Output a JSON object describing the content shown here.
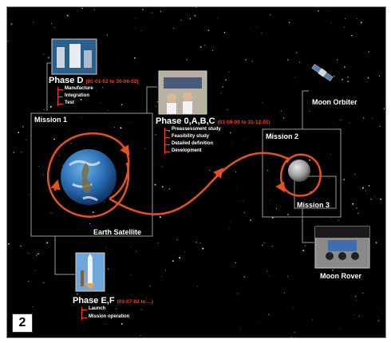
{
  "figure_number": "2",
  "mission1": {
    "label": "Mission 1",
    "caption": "Earth Satellite"
  },
  "mission2": {
    "label": "Mission 2"
  },
  "mission3": {
    "label": "Mission 3"
  },
  "moon_orbiter": {
    "label": "Moon Orbiter"
  },
  "moon_rover": {
    "label": "Moon Rover"
  },
  "phase_d": {
    "title": "Phase D",
    "dates": "(01-01-02 to 30-06-02)",
    "items": [
      "Manufacture",
      "Integration",
      "Test"
    ]
  },
  "phase_0abc": {
    "title": "Phase 0,A,B,C",
    "dates": "(01-09-00 to 31-12-01)",
    "items": [
      "Preassessment study",
      "Feasibility study",
      "Detailed definition",
      "Development"
    ]
  },
  "phase_ef": {
    "title": "Phase E,F",
    "dates": "(01-07-02 to ...)",
    "items": [
      "Launch",
      "Mission operation"
    ]
  },
  "colors": {
    "orbit": "#e8511e",
    "accent": "#ff3b1a",
    "background": "#000000"
  }
}
